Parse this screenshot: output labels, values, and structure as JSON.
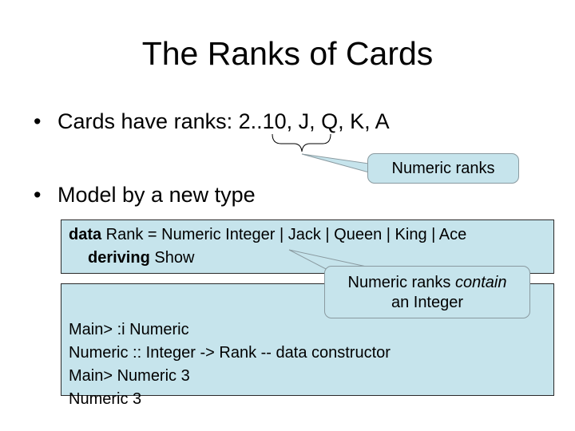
{
  "slide": {
    "title": "The Ranks of Cards",
    "bullets": [
      {
        "marker": "•",
        "text": "Cards have ranks: 2..10, J, Q, K, A"
      },
      {
        "marker": "•",
        "text": "Model by a new type"
      }
    ],
    "callouts": {
      "numeric_ranks": "Numeric ranks",
      "contain_prefix": "Numeric ranks ",
      "contain_italic": "contain",
      "contain_suffix": "an Integer"
    },
    "code_box_1": {
      "kw_data": "data",
      "line1_rest": " Rank = Numeric Integer | Jack | Queen | King | Ace",
      "kw_deriving": "deriving",
      "line2_rest": " Show"
    },
    "code_box_2": {
      "lines": [
        "Main> :i Numeric",
        "Numeric :: Integer -> Rank  -- data constructor",
        "Main> Numeric 3",
        "Numeric 3"
      ]
    }
  }
}
